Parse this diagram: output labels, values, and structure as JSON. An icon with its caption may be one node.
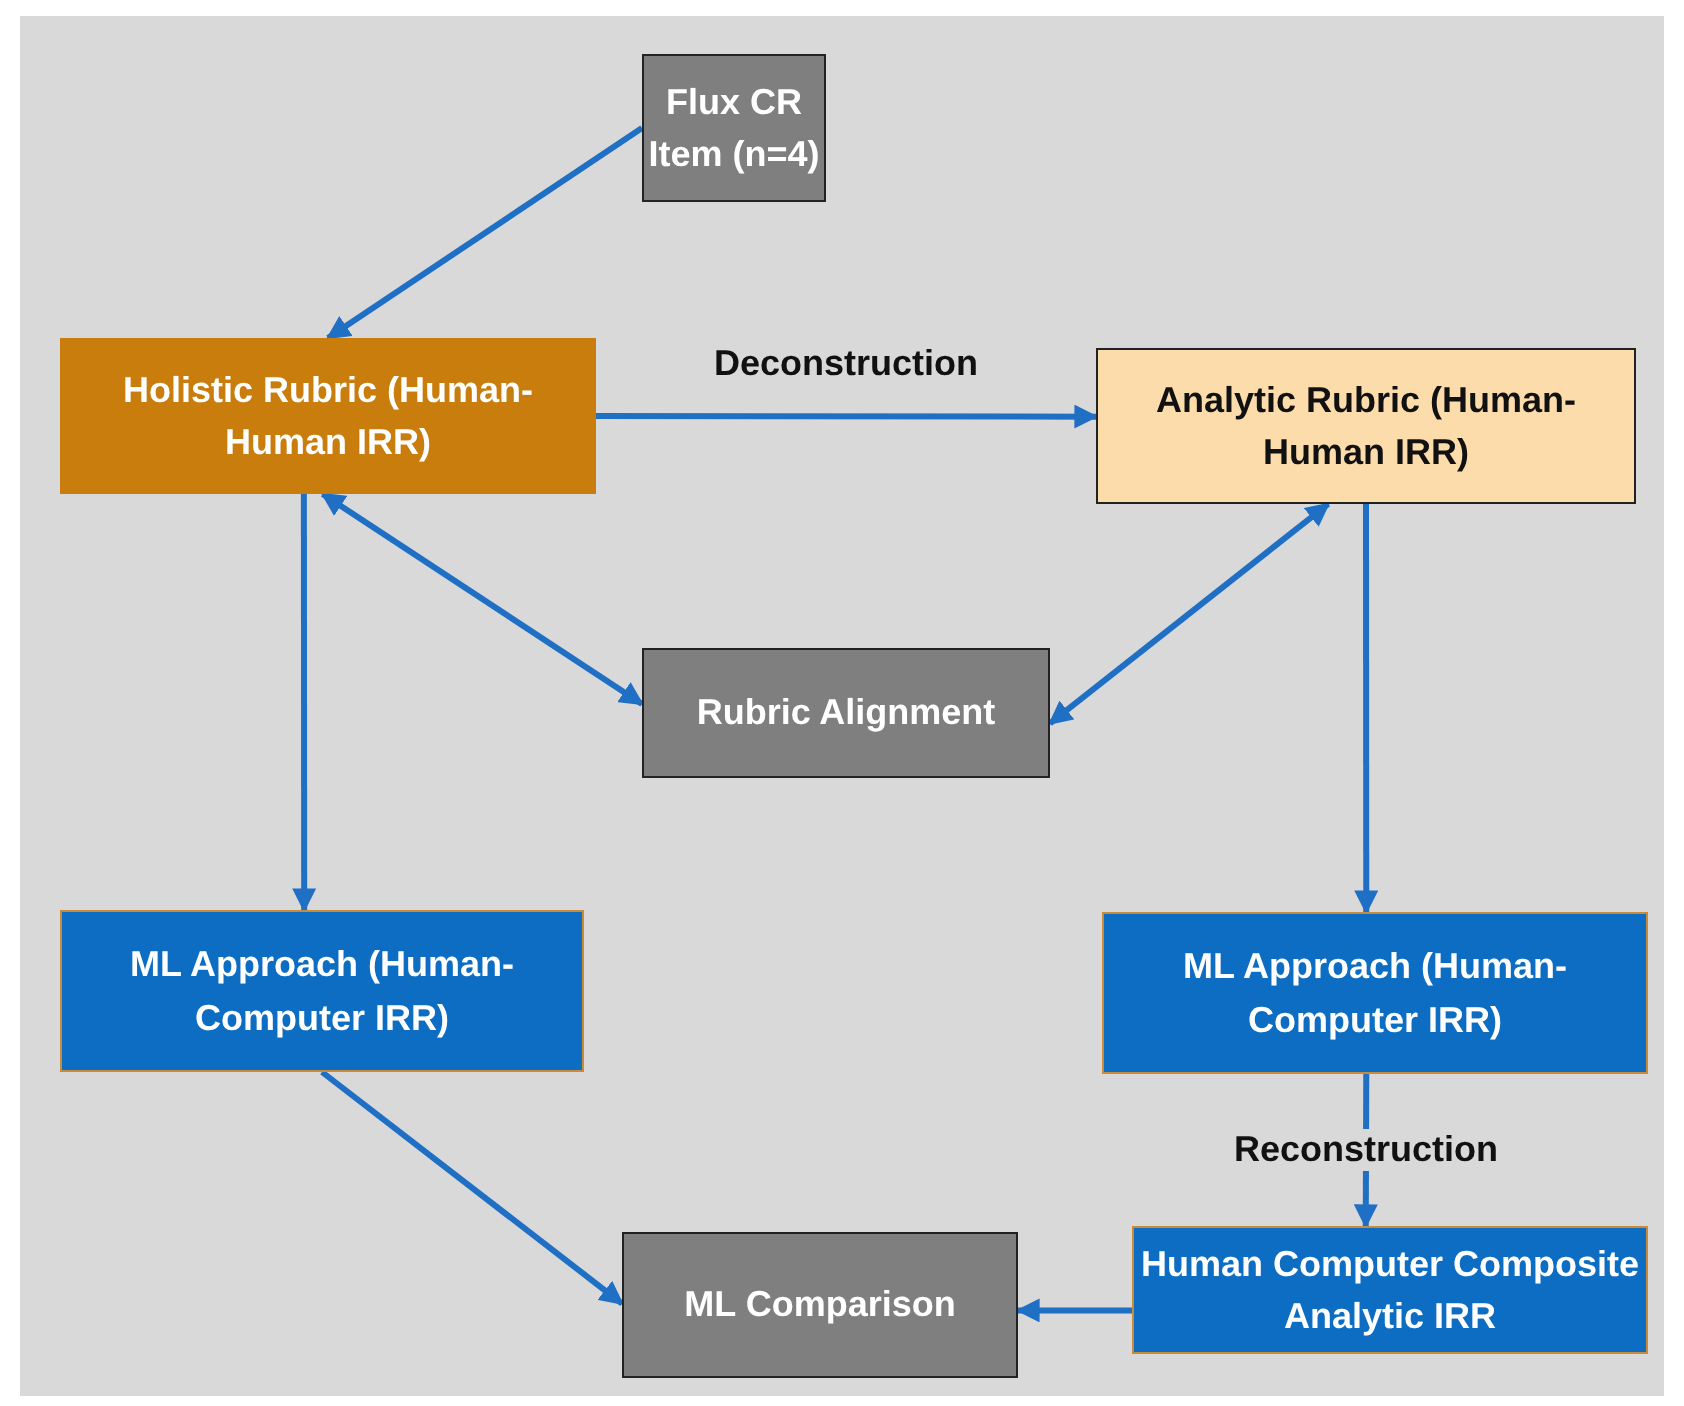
{
  "diagram": {
    "nodes": [
      {
        "text": [
          "Flux CR Item (n=4)"
        ]
      },
      {
        "text": [
          "Holistic Rubric (Human-Human IRR)"
        ]
      },
      {
        "text": [
          "Analytic Rubric (Human-Human IRR)"
        ]
      },
      {
        "text": [
          "Rubric Alignment"
        ]
      },
      {
        "text": [
          "ML Approach (Human-Computer IRR)"
        ]
      },
      {
        "text": [
          "ML Approach (Human-Computer IRR)"
        ]
      },
      {
        "text": [
          "ML Comparison"
        ]
      },
      {
        "text": [
          "Human Computer Composite Analytic IRR"
        ]
      }
    ],
    "edges": [
      {
        "from": 0,
        "to": 1,
        "arrow": "to"
      },
      {
        "from": 1,
        "to": 2,
        "arrow": "to",
        "label": "Deconstruction"
      },
      {
        "from": 1,
        "to": 3,
        "arrow": "both"
      },
      {
        "from": 2,
        "to": 3,
        "arrow": "both"
      },
      {
        "from": 1,
        "to": 4,
        "arrow": "to"
      },
      {
        "from": 2,
        "to": 5,
        "arrow": "to"
      },
      {
        "from": 4,
        "to": 6,
        "arrow": "to"
      },
      {
        "from": 5,
        "to": 7,
        "arrow": "to",
        "label": "Reconstruction"
      },
      {
        "from": 7,
        "to": 6,
        "arrow": "to"
      }
    ]
  }
}
